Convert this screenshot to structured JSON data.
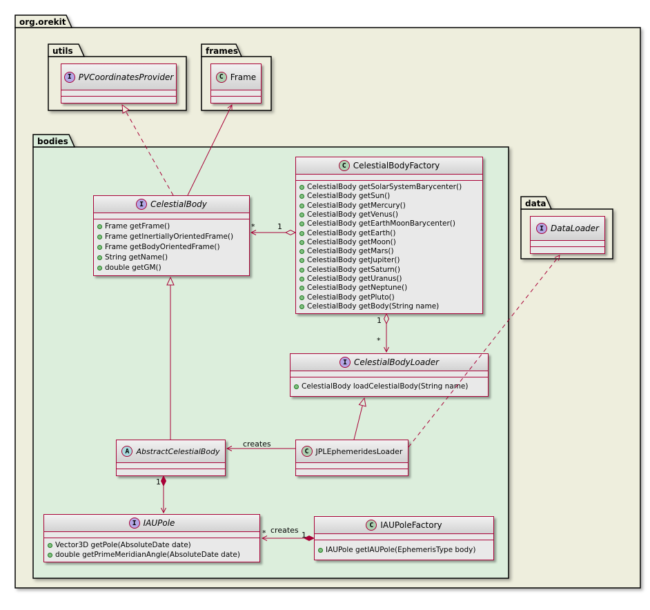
{
  "colors": {
    "edge": "#A80036",
    "package_bg": "#EEEEDD",
    "bodies_bg": "#DCEEDC",
    "box_bg": "#E9E9E9",
    "interface_spot": "#B4A7E5",
    "class_spot": "#ADD1B2",
    "abstract_spot": "#A9DCDF",
    "method_dot": "#81BE81"
  },
  "packages": {
    "root": "org.orekit",
    "utils": "utils",
    "frames": "frames",
    "bodies": "bodies",
    "data": "data"
  },
  "classes": {
    "pv_coordinates_provider": {
      "kind": "I",
      "name": "PVCoordinatesProvider"
    },
    "frame": {
      "kind": "C",
      "name": "Frame"
    },
    "celestial_body": {
      "kind": "I",
      "name": "CelestialBody",
      "methods": [
        "Frame getFrame()",
        "Frame getInertiallyOrientedFrame()",
        "Frame getBodyOrientedFrame()",
        "String getName()",
        "double getGM()"
      ]
    },
    "celestial_body_factory": {
      "kind": "C",
      "name": "CelestialBodyFactory",
      "methods": [
        "CelestialBody getSolarSystemBarycenter()",
        "CelestialBody getSun()",
        "CelestialBody getMercury()",
        "CelestialBody getVenus()",
        "CelestialBody getEarthMoonBarycenter()",
        "CelestialBody getEarth()",
        "CelestialBody getMoon()",
        "CelestialBody getMars()",
        "CelestialBody getJupiter()",
        "CelestialBody getSaturn()",
        "CelestialBody getUranus()",
        "CelestialBody getNeptune()",
        "CelestialBody getPluto()",
        "CelestialBody getBody(String name)"
      ]
    },
    "celestial_body_loader": {
      "kind": "I",
      "name": "CelestialBodyLoader",
      "methods": [
        "CelestialBody loadCelestialBody(String name)"
      ]
    },
    "abstract_celestial_body": {
      "kind": "A",
      "name": "AbstractCelestialBody"
    },
    "jpl_ephemerides_loader": {
      "kind": "C",
      "name": "JPLEphemeridesLoader"
    },
    "iau_pole": {
      "kind": "I",
      "name": "IAUPole",
      "methods": [
        "Vector3D getPole(AbsoluteDate date)",
        "double getPrimeMeridianAngle(AbsoluteDate date)"
      ]
    },
    "iau_pole_factory": {
      "kind": "C",
      "name": "IAUPoleFactory",
      "methods": [
        "IAUPole getIAUPole(EphemerisType body)"
      ]
    },
    "data_loader": {
      "kind": "I",
      "name": "DataLoader"
    }
  },
  "edges": {
    "factory_aggregates_body": {
      "src_mult": "1",
      "dst_mult": "*"
    },
    "factory_aggregates_loader": {
      "src_mult": "1",
      "dst_mult": "*"
    },
    "jpl_creates_abstract": {
      "label": "creates"
    },
    "abstract_composes_iaupole": {
      "src_mult": "1"
    },
    "factory_creates_iaupole": {
      "src_mult": "1",
      "dst_mult": "*",
      "label": "creates"
    }
  }
}
